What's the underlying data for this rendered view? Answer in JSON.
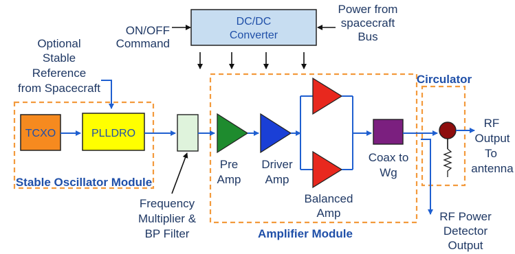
{
  "colors": {
    "label_text": "#1f3864",
    "module_title": "#1f4fa8",
    "signal_line": "#1f5fd0",
    "module_border": "#f39a3c",
    "dcdc_fill": "#c7ddf1",
    "tcxo_fill": "#f68a1f",
    "plldro_fill": "#ffff00",
    "multiplier_fill": "#dff3dc",
    "pre_amp_fill": "#1e8b2e",
    "driver_amp_fill": "#1a3fd6",
    "balanced_amp_fill": "#e8281e",
    "coax_fill": "#7b1f7f",
    "circulator_fill": "#8e0e0e"
  },
  "blocks": {
    "dcdc": {
      "line1": "DC/DC",
      "line2": "Converter"
    },
    "tcxo": "TCXO",
    "plldro": "PLLDRO"
  },
  "labels": {
    "on_off": {
      "line1": "ON/OFF",
      "line2": "Command"
    },
    "power": {
      "line1": "Power from",
      "line2": "spacecraft",
      "line3": "Bus"
    },
    "optional": {
      "line1": "Optional",
      "line2": "Stable",
      "line3": "Reference",
      "line4": "from Spacecraft"
    },
    "frequency": {
      "line1": "Frequency",
      "line2": "Multiplier &",
      "line3": "BP Filter"
    },
    "pre_amp": {
      "line1": "Pre",
      "line2": "Amp"
    },
    "driver_amp": {
      "line1": "Driver",
      "line2": "Amp"
    },
    "balanced_amp": {
      "line1": "Balanced",
      "line2": "Amp"
    },
    "coax": {
      "line1": "Coax to",
      "line2": "Wg"
    },
    "rf_output": {
      "line1": "RF",
      "line2": "Output",
      "line3": "To",
      "line4": "antenna"
    },
    "rf_power": {
      "line1": "RF Power",
      "line2": "Detector",
      "line3": "Output"
    }
  },
  "modules": {
    "stable_oscillator": "Stable Oscillator Module",
    "amplifier": "Amplifier Module",
    "circulator": "Circulator"
  }
}
